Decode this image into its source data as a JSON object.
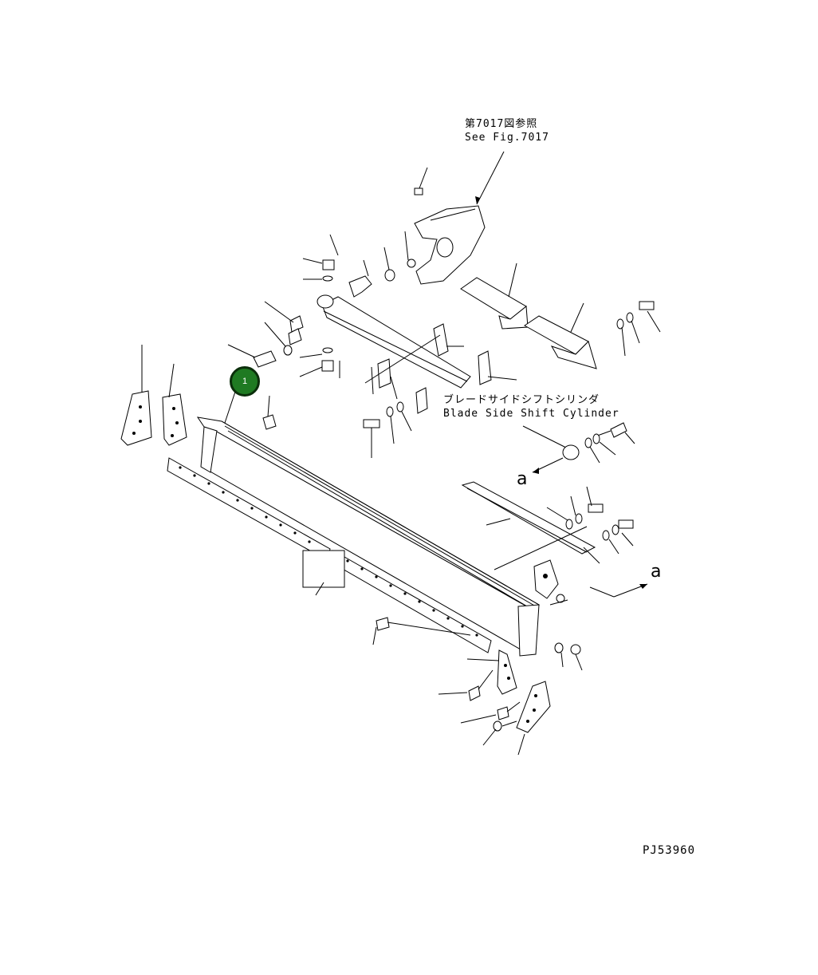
{
  "labels": {
    "ref_jp": "第7017図参照",
    "ref_en": "See Fig.7017",
    "cylinder_jp": "ブレードサイドシフトシリンダ",
    "cylinder_en": "Blade Side Shift Cylinder",
    "view_a_upper": "a",
    "view_a_lower": "a",
    "figure_code": "PJ53960"
  },
  "callouts": [
    {
      "number": "1",
      "color": "#1f7a22"
    }
  ]
}
